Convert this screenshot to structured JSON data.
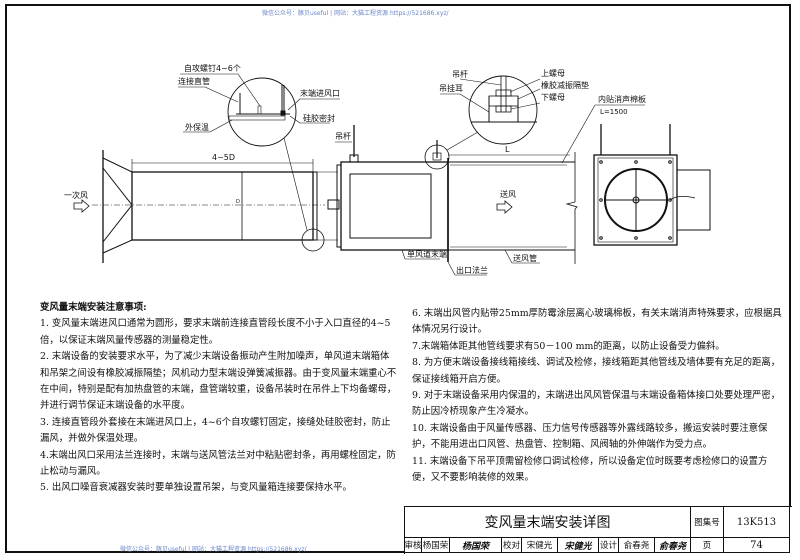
{
  "watermark": "微信公众号：豚贝useful | 网站：大猫工程资源 https://521686.xyz/",
  "drawing": {
    "side_view": {
      "primary_air": "一次风",
      "dim_straight": "4~5D",
      "dim_d": "D",
      "dim_l": "L",
      "supply_air": "送风",
      "labels": {
        "screws": "自攻螺钉4~6个",
        "connecting_pipe": "连接直管",
        "insulation": "外保温",
        "inlet": "末端进风口",
        "silicone_seal": "硅胶密封",
        "rod": "吊杆",
        "rod2": "吊杆",
        "lug": "吊挂耳",
        "upper_nut": "上螺母",
        "rubber_pad": "橡胶减振隔垫",
        "lower_nut": "下螺母",
        "liner": "内贴消声棉板",
        "liner_length": "L=1500",
        "terminal": "单风道末端",
        "outlet_flange": "出口法兰",
        "supply_duct": "送风管"
      }
    }
  },
  "notes": {
    "heading": "变风量末端安装注意事项:",
    "left": [
      "1. 变风量末端进风口通常为圆形，要求末端前连接直管段长度不小于入口直径的4~5倍，以保证末端风量传感器的测量稳定性。",
      "2. 末端设备的安装要求水平，为了减少末端设备振动产生附加噪声，单风道末端箱体和吊架之间设有橡胶减振隔垫；风机动力型末端设弹簧减振器。由于变风量末端重心不在中间，特别是配有加热盘管的末端，盘管端较重，设备吊装时在吊件上下均备螺母，并进行调节保证末端设备的水平度。",
      "3. 连接直管段外套接在末端进风口上，4~6个自攻螺钉固定，接缝处硅胶密封，防止漏风，并做外保温处理。",
      "4.末端出风口采用法兰连接时，末端与送风管法兰对中粘贴密封条，再用螺栓固定，防止松动与漏风。",
      "5. 出风口噪音衰减器安装时要单独设置吊架，与变风量箱连接要保持水平。"
    ],
    "right": [
      "6. 末端出风管内贴带25mm厚防霉涂层离心玻璃棉板，有关末端消声特殊要求，应根据具体情况另行设计。",
      "7.末端箱体距其他管线要求有50－100 mm的距离，以防止设备受力偏斜。",
      "8. 为方便末端设备接线箱接线、调试及检修，接线箱距其他管线及墙体要有充足的距离，保证接线箱开启方便。",
      "9. 对于末端设备采用内保温的，末端进出风风管保温与末端设备箱体接口处要处理严密，防止因冷桥现象产生冷凝水。",
      "10. 末端设备由于风量传感器、压力信号传感器等外露线路较多，搬运安装时要注意保护，不能用进出口风管、热盘管、控制箱、风阀轴的外伸端作为受力点。",
      "11. 末端设备下吊平顶需留检修口调试检修，所以设备定位时既要考虑检修口的设置方便，又不要影响装修的效果。"
    ]
  },
  "title_block": {
    "title": "变风量末端安装详图",
    "atlas_label": "图集号",
    "atlas_no": "13K513",
    "page_label": "页",
    "page_no": "74",
    "review_label": "审核",
    "reviewer": "杨国荣",
    "reviewer_sig": "杨国荣",
    "check_label": "校对",
    "checker": "宋健光",
    "checker_sig": "宋健光",
    "design_label": "设计",
    "designer": "俞春尧",
    "designer_sig": "俞春尧"
  }
}
